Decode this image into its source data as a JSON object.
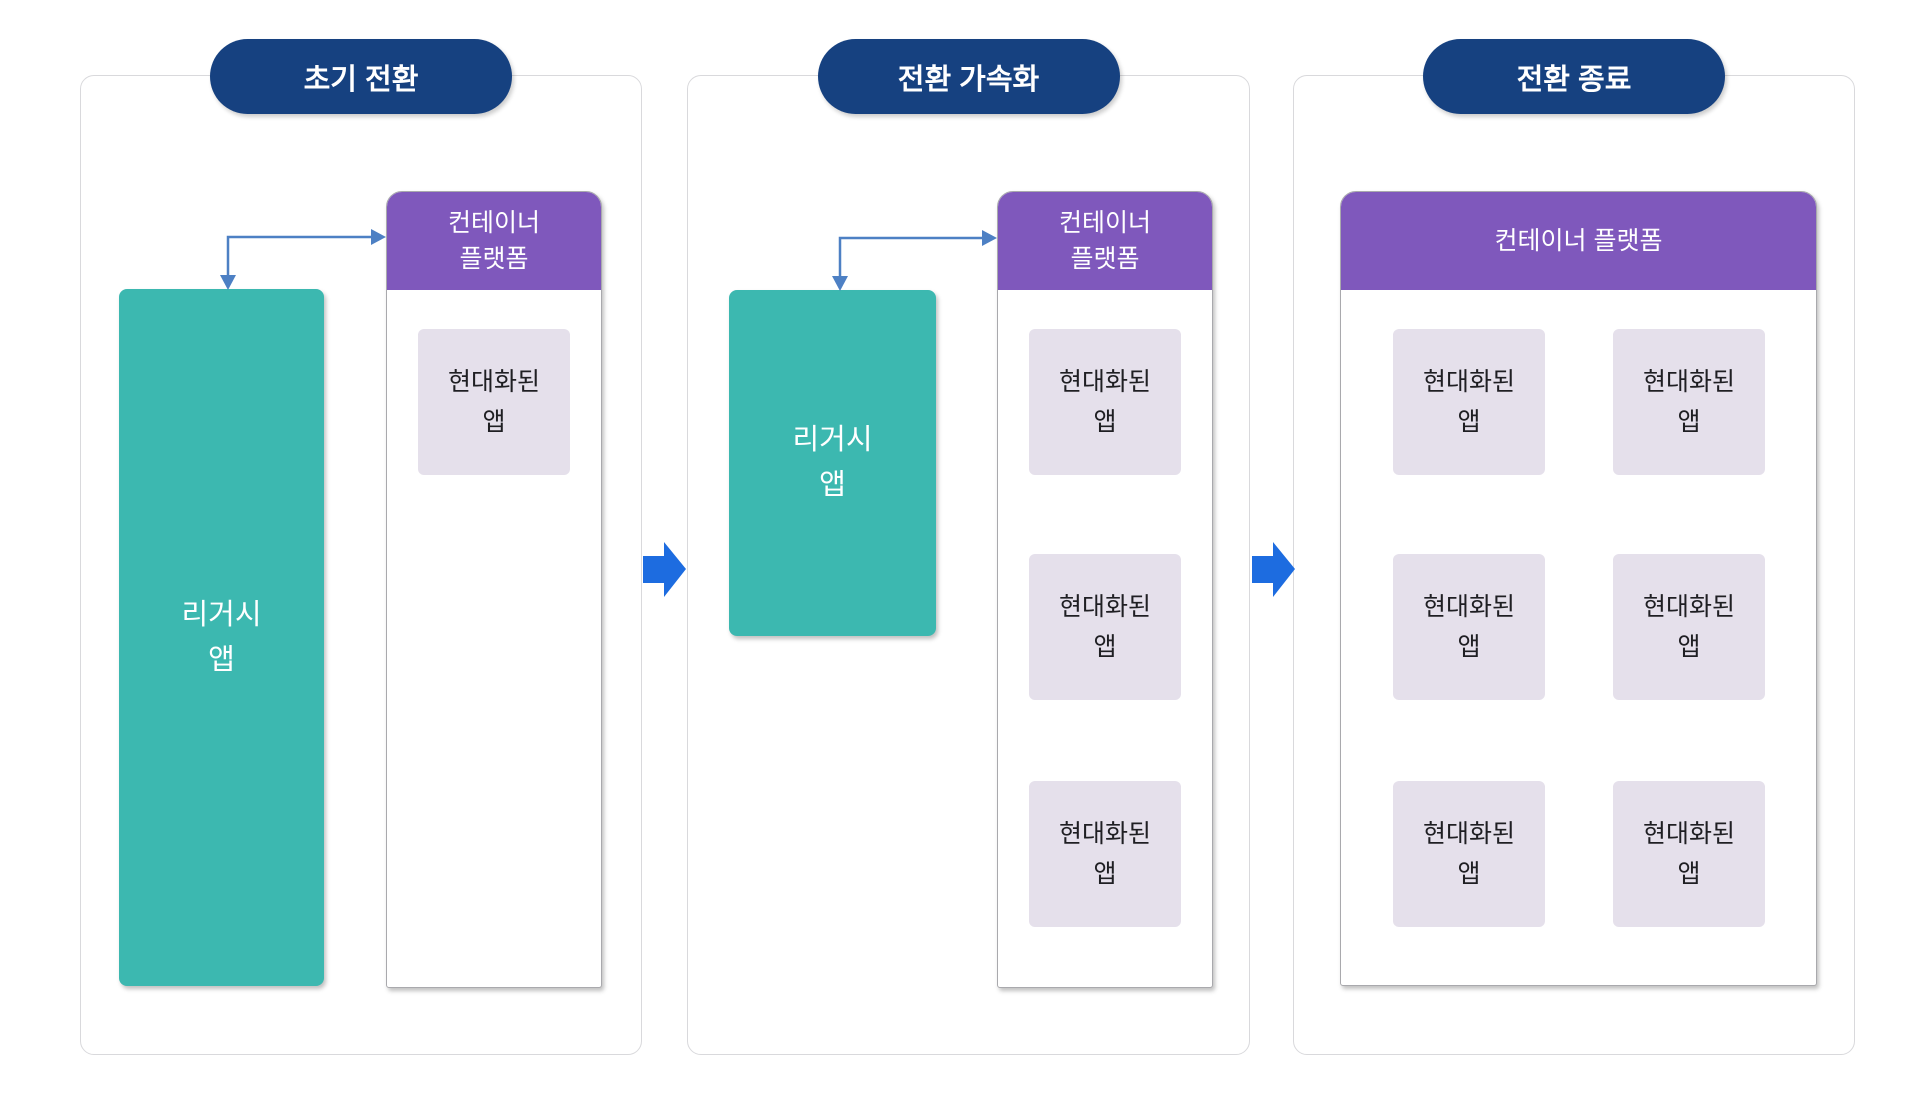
{
  "diagram_title": "Legacy to container platform migration stages",
  "colors": {
    "stage_pill": "#164180",
    "platform_header": "#7f58bc",
    "legacy_app": "#3cb8b0",
    "modern_app_box": "#e5e0eb",
    "flow_arrow": "#1d6ce0",
    "connector": "#4d80c4",
    "panel_border": "#d9d9dc",
    "platform_border": "#a9a9ad",
    "app_text": "#1f1f23"
  },
  "stages": [
    {
      "title": "초기 전환",
      "legacy_app": "리거시\n앱",
      "platform": {
        "title": "컨테이너\n플랫폼",
        "apps": [
          "현대화된\n앱"
        ]
      }
    },
    {
      "title": "전환 가속화",
      "legacy_app": "리거시\n앱",
      "platform": {
        "title": "컨테이너\n플랫폼",
        "apps": [
          "현대화된\n앱",
          "현대화된\n앱",
          "현대화된\n앱"
        ]
      }
    },
    {
      "title": "전환 종료",
      "platform": {
        "title": "컨테이너 플랫폼",
        "apps": [
          "현대화된\n앱",
          "현대화된\n앱",
          "현대화된\n앱",
          "현대화된\n앱",
          "현대화된\n앱",
          "현대화된\n앱"
        ]
      }
    }
  ]
}
